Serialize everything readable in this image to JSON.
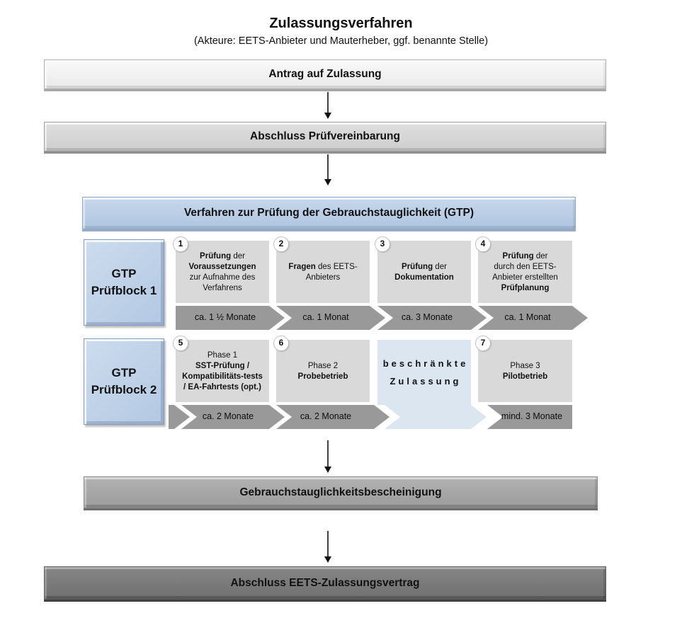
{
  "title": "Zulassungsverfahren",
  "subtitle": "(Akteure: EETS-Anbieter und Mauterheber, ggf. benannte Stelle)",
  "banners": {
    "antrag": "Antrag auf Zulassung",
    "pruefvereinbarung": "Abschluss Prüfvereinbarung",
    "gtp_header": "Verfahren zur Prüfung der Gebrauchstauglichkeit (GTP)",
    "bescheinigung": "Gebrauchstauglichkeitsbescheinigung",
    "vertrag": "Abschluss EETS-Zulassungsvertrag"
  },
  "blocks": {
    "block1": {
      "line1": "GTP",
      "line2": "Prüfblock 1"
    },
    "block2": {
      "line1": "GTP",
      "line2": "Prüfblock 2"
    }
  },
  "row1": {
    "steps": [
      {
        "badge": "1",
        "body": [
          {
            "t": "Prüfung",
            "b": 1
          },
          {
            "t": " der",
            "b": 0
          },
          {
            "br": 1
          },
          {
            "t": "Voraussetzungen",
            "b": 1
          },
          {
            "br": 1
          },
          {
            "t": "zur Aufnahme des Verfahrens",
            "b": 0
          }
        ]
      },
      {
        "badge": "2",
        "body": [
          {
            "t": "Fragen",
            "b": 1
          },
          {
            "t": " des EETS-Anbieters",
            "b": 0
          }
        ]
      },
      {
        "badge": "3",
        "body": [
          {
            "t": "Prüfung",
            "b": 1
          },
          {
            "t": " der",
            "b": 0
          },
          {
            "br": 1
          },
          {
            "t": "Dokumentation",
            "b": 1
          }
        ]
      },
      {
        "badge": "4",
        "body": [
          {
            "t": "Prüfung",
            "b": 1
          },
          {
            "t": " der",
            "b": 0
          },
          {
            "br": 1
          },
          {
            "t": "durch den EETS-Anbieter erstellten ",
            "b": 0
          },
          {
            "t": "Prüfplanung",
            "b": 1
          }
        ]
      }
    ],
    "durations": [
      "ca. 1 ½ Monate",
      "ca. 1 Monat",
      "ca. 3 Monate",
      "ca. 1 Monat"
    ]
  },
  "row2": {
    "steps": [
      {
        "badge": "5",
        "body": [
          {
            "t": "Phase 1",
            "b": 0
          },
          {
            "br": 1
          },
          {
            "t": "SST-Prüfung / Kompatibilitäts-tests / EA-Fahrtests (opt.)",
            "b": 1
          }
        ]
      },
      {
        "badge": "6",
        "body": [
          {
            "t": "Phase 2",
            "b": 0
          },
          {
            "br": 1
          },
          {
            "t": "Probebetrieb",
            "b": 1
          }
        ]
      },
      {
        "badge": "7",
        "body": [
          {
            "t": "Phase 3",
            "b": 0
          },
          {
            "br": 1
          },
          {
            "t": "Pilotbetrieb",
            "b": 1
          }
        ]
      }
    ],
    "durations": [
      "ca. 2 Monate",
      "ca. 2 Monate",
      "mind. 3 Monate"
    ],
    "restricted": {
      "line1": "beschränkte",
      "line2": "Zulassung"
    }
  },
  "colors": {
    "accent_blue": "#b8cce4",
    "light_blue": "#dce6f1",
    "step_gray": "#d9d9d9",
    "arrow_gray": "#999999",
    "banner_light": "#ededed",
    "banner_gray": "#d4d4d4",
    "banner_medium": "#a6a6a6",
    "banner_dark": "#7a7a7a"
  }
}
